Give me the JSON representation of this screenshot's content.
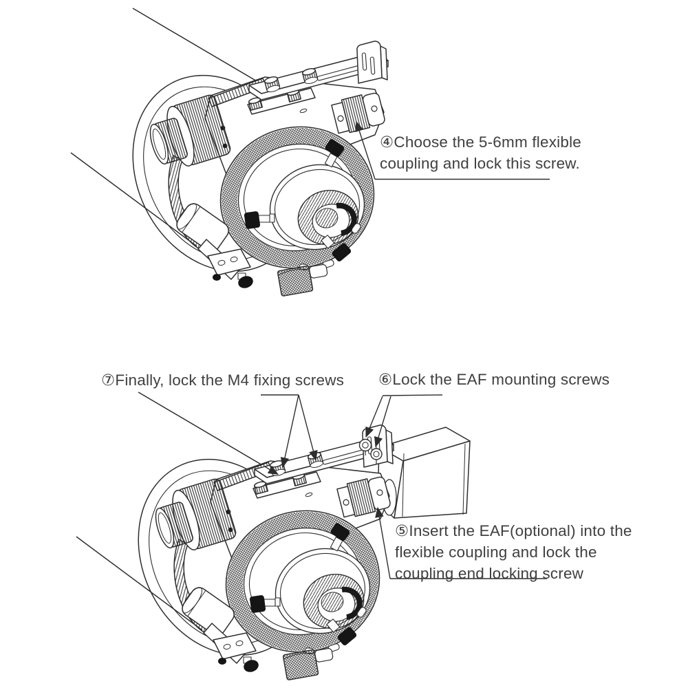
{
  "colors": {
    "background": "#ffffff",
    "line": "#2e2e2e",
    "text": "#3f3f3f",
    "screw_black": "#151515"
  },
  "annotations": {
    "step4": {
      "number": "4",
      "text": "④Choose the 5-6mm flexible\ncoupling and lock this screw."
    },
    "step5": {
      "number": "5",
      "text": "⑤Insert the EAF(optional) into the\nflexible coupling and lock the\ncoupling end locking screw"
    },
    "step6": {
      "number": "6",
      "text": "⑥Lock the EAF mounting screws"
    },
    "step7": {
      "number": "7",
      "text": "⑦Finally, lock the M4 fixing screws"
    }
  }
}
